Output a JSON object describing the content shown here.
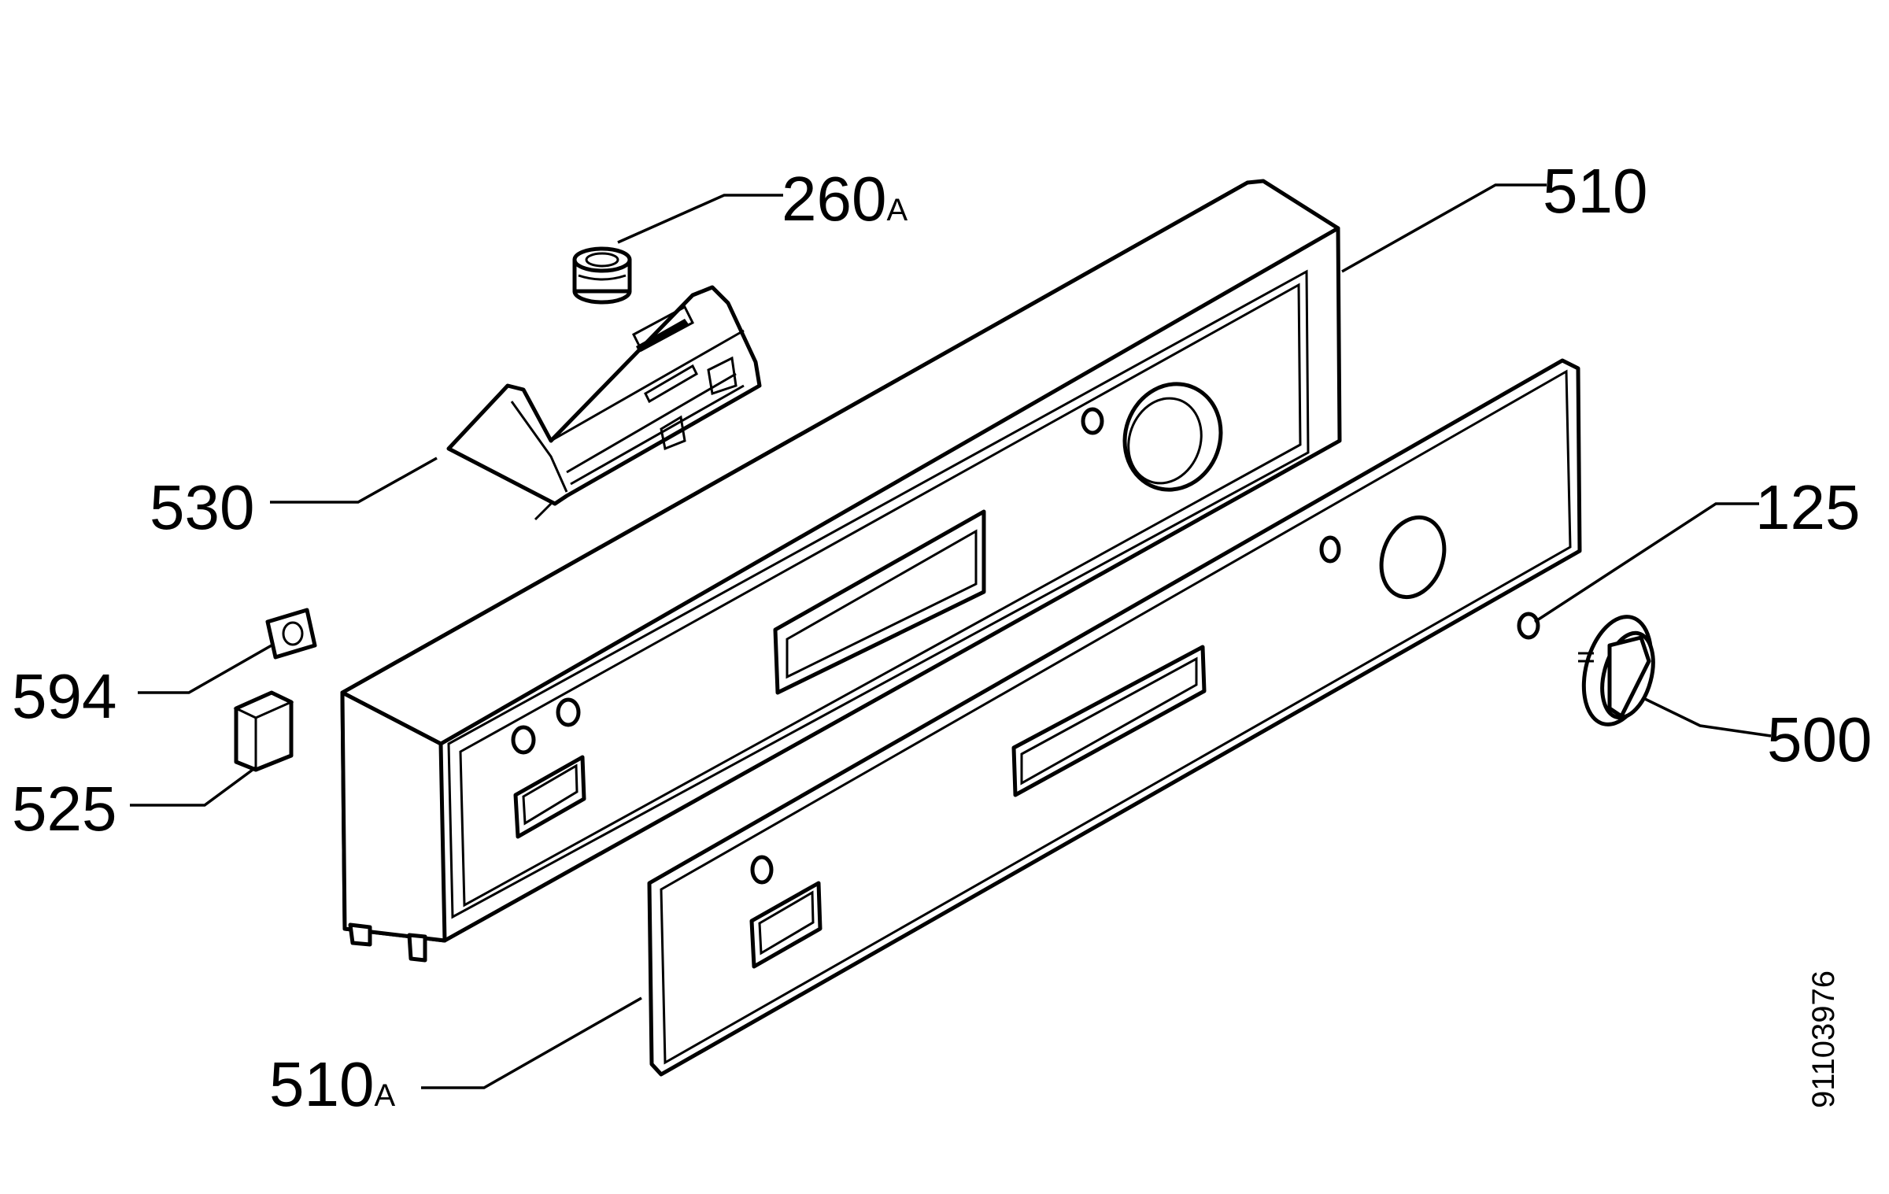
{
  "callouts": [
    {
      "id": "260a",
      "number": "260",
      "suffix": "A"
    },
    {
      "id": "510",
      "number": "510",
      "suffix": ""
    },
    {
      "id": "530",
      "number": "530",
      "suffix": ""
    },
    {
      "id": "125",
      "number": "125",
      "suffix": ""
    },
    {
      "id": "594",
      "number": "594",
      "suffix": ""
    },
    {
      "id": "500",
      "number": "500",
      "suffix": ""
    },
    {
      "id": "525",
      "number": "525",
      "suffix": ""
    },
    {
      "id": "510a",
      "number": "510",
      "suffix": "A"
    }
  ],
  "drawing_number": "91103976",
  "colors": {
    "line": "#000000",
    "background": "#ffffff"
  }
}
